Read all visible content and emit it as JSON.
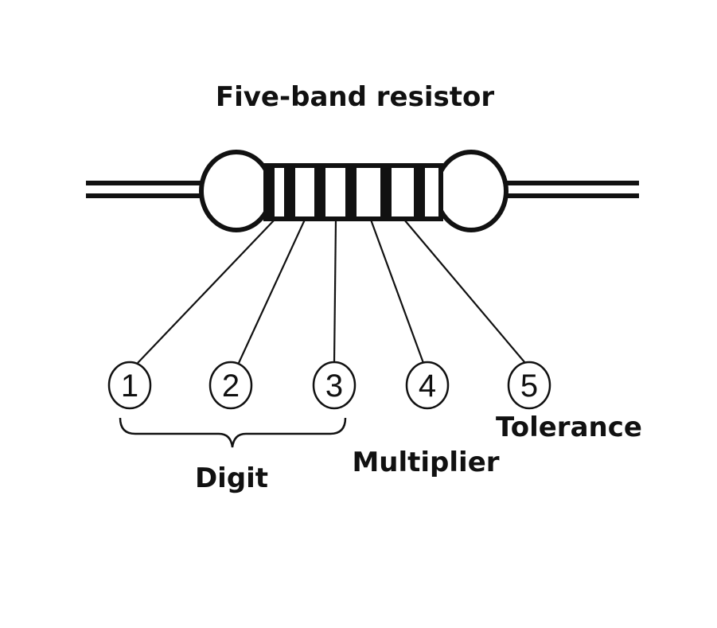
{
  "title": "Five-band resistor",
  "colors": {
    "ink": "#111111",
    "background": "#ffffff"
  },
  "bands": [
    {
      "number": "1",
      "role": "Digit"
    },
    {
      "number": "2",
      "role": "Digit"
    },
    {
      "number": "3",
      "role": "Digit"
    },
    {
      "number": "4",
      "role": "Multiplier"
    },
    {
      "number": "5",
      "role": "Tolerance"
    }
  ],
  "labels": {
    "digit": "Digit",
    "multiplier": "Multiplier",
    "tolerance": "Tolerance"
  }
}
